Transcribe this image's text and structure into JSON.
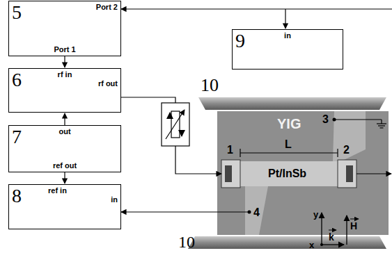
{
  "diagram": {
    "nodes": [
      {
        "text": [
          "5",
          "Port 2",
          "Port 1"
        ]
      },
      {
        "text": [
          "9",
          "in"
        ]
      },
      {
        "text": [
          "6",
          "rf in",
          "rf out"
        ]
      },
      {
        "text": [
          "7",
          "out",
          "ref out"
        ]
      },
      {
        "text": [
          "8",
          "ref in",
          "in"
        ]
      }
    ],
    "edges": [
      {
        "from": 0,
        "to": 2,
        "arrow": "to"
      },
      {
        "from": 3,
        "to": 2,
        "arrow": "to"
      },
      {
        "from": 3,
        "to": 4,
        "arrow": "to"
      }
    ],
    "labels": [
      "10",
      "10",
      "YIG",
      "1",
      "2",
      "3",
      "4",
      "L",
      "Pt/InSb",
      "x",
      "y",
      "k",
      "H"
    ]
  }
}
